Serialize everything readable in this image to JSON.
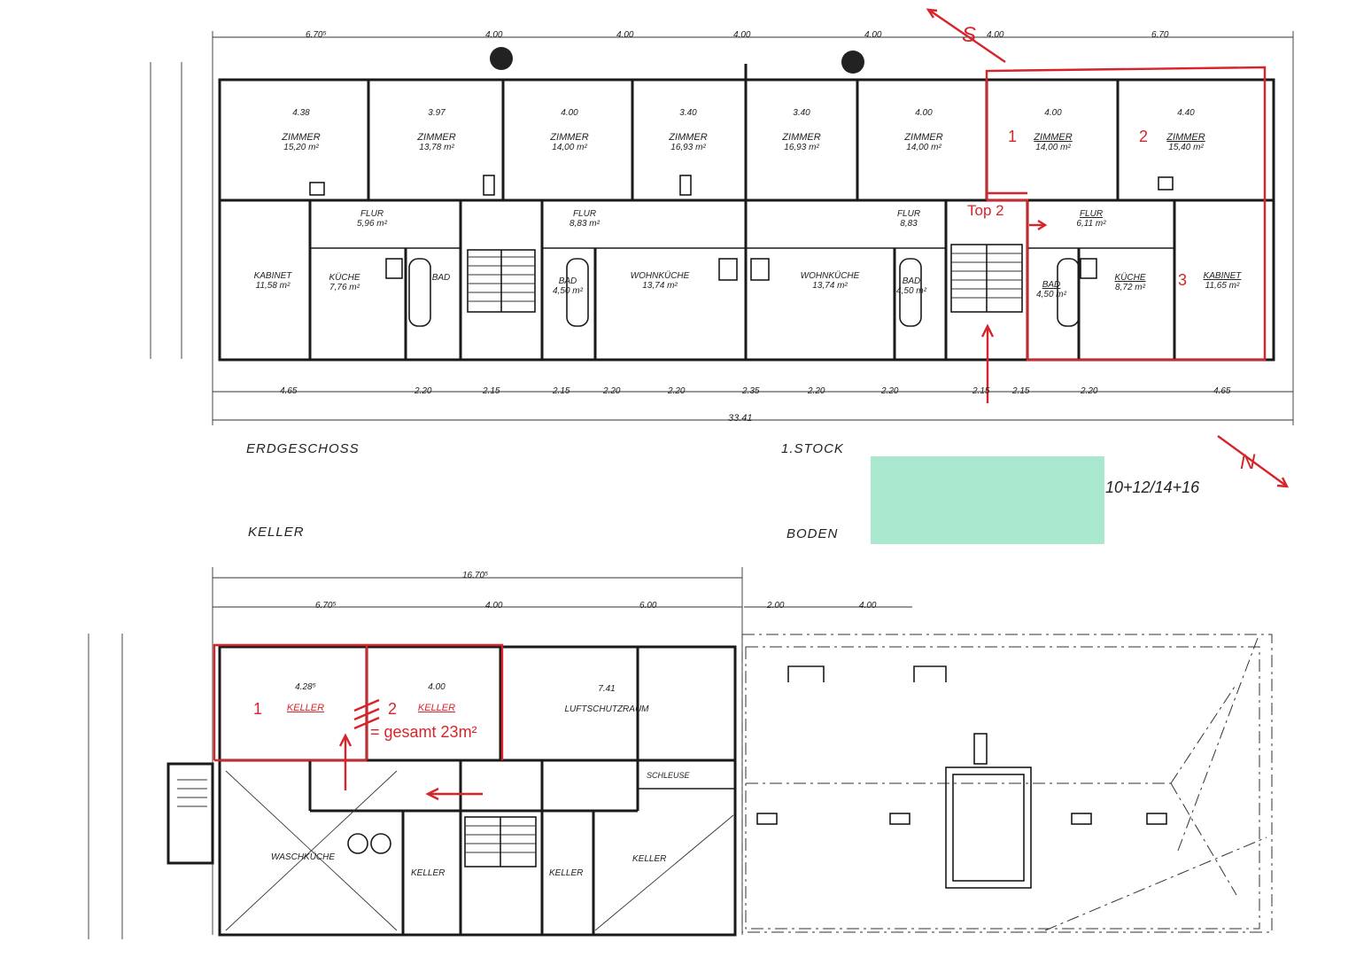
{
  "floors": {
    "ground": "ERDGESCHOSS",
    "first": "1.STOCK",
    "cellar": "KELLER",
    "attic": "BODEN"
  },
  "house_numbers": "10+12/14+16",
  "compass": {
    "south": "S",
    "north": "N"
  },
  "top_dims": [
    "6.70⁵",
    "4.00",
    "4.00",
    "4.00",
    "4.00",
    "4.00",
    "6.70"
  ],
  "bottom_dims": [
    "4.65",
    "2.20",
    "2.15",
    "2.15",
    "2.20",
    "2.20",
    "2.35",
    "2.20",
    "2.20",
    "2.15",
    "2.15",
    "2.20",
    "4.65"
  ],
  "total_length": "33.41",
  "upper_rooms": [
    {
      "name": "ZIMMER",
      "area": "15,20 m²",
      "width": "4.38"
    },
    {
      "name": "ZIMMER",
      "area": "13,78 m²",
      "width": "3.97"
    },
    {
      "name": "ZIMMER",
      "area": "14,00 m²",
      "width": "4.00"
    },
    {
      "name": "ZIMMER",
      "area": "16,93 m²",
      "width": "3.40"
    },
    {
      "name": "ZIMMER",
      "area": "16,93 m²",
      "width": "3.40"
    },
    {
      "name": "ZIMMER",
      "area": "14,00 m²",
      "width": "4.00"
    },
    {
      "name": "ZIMMER",
      "area": "14,00 m²",
      "width": "4.00"
    },
    {
      "name": "ZIMMER",
      "area": "15,40 m²",
      "width": "4.40"
    }
  ],
  "lower_rooms": [
    {
      "name": "KABINET",
      "area": "11,58 m²"
    },
    {
      "name": "KÜCHE",
      "area": "7,76 m²"
    },
    {
      "name": "BAD",
      "area": ""
    },
    {
      "name": "BAD",
      "area": "4,50 m²"
    },
    {
      "name": "WOHNKÜCHE",
      "area": "13,74 m²"
    },
    {
      "name": "WOHNKÜCHE",
      "area": "13,74 m²"
    },
    {
      "name": "BAD",
      "area": "4,50 m²"
    },
    {
      "name": "BAD",
      "area": "4,50 m²"
    },
    {
      "name": "KÜCHE",
      "area": "8,72 m²"
    },
    {
      "name": "KABINET",
      "area": "11,65 m²"
    }
  ],
  "flur": [
    {
      "name": "FLUR",
      "area": "5,96 m²"
    },
    {
      "name": "FLUR",
      "area": "8,83 m²"
    },
    {
      "name": "FLUR",
      "area": "8,83"
    },
    {
      "name": "FLUR",
      "area": "6,11 m²"
    }
  ],
  "annotations": {
    "top": "Top 2",
    "n1": "1",
    "n2": "2",
    "n3": "3",
    "cellar_total": "= gesamt 23m²"
  },
  "cellar": {
    "total_dim": "16.70⁵",
    "dims": [
      "6.70⁵",
      "4.00",
      "6.00"
    ],
    "rooms": [
      {
        "name": "KELLER",
        "width": "4.28⁵"
      },
      {
        "name": "KELLER",
        "width": "4.00"
      },
      {
        "name": "LUFTSCHUTZRAUM",
        "width": "7.41"
      },
      {
        "name": "SCHLEUSE",
        "width": ""
      },
      {
        "name": "WASCHKÜCHE",
        "width": ""
      },
      {
        "name": "KELLER",
        "width": ""
      },
      {
        "name": "KELLER",
        "width": ""
      },
      {
        "name": "KELLER",
        "width": ""
      }
    ]
  },
  "attic_dims": [
    "2.00",
    "4.00"
  ],
  "colors": {
    "ink": "#1a1a1a",
    "annotation": "#d6242a",
    "sticky_note": "#a9e7cf"
  }
}
